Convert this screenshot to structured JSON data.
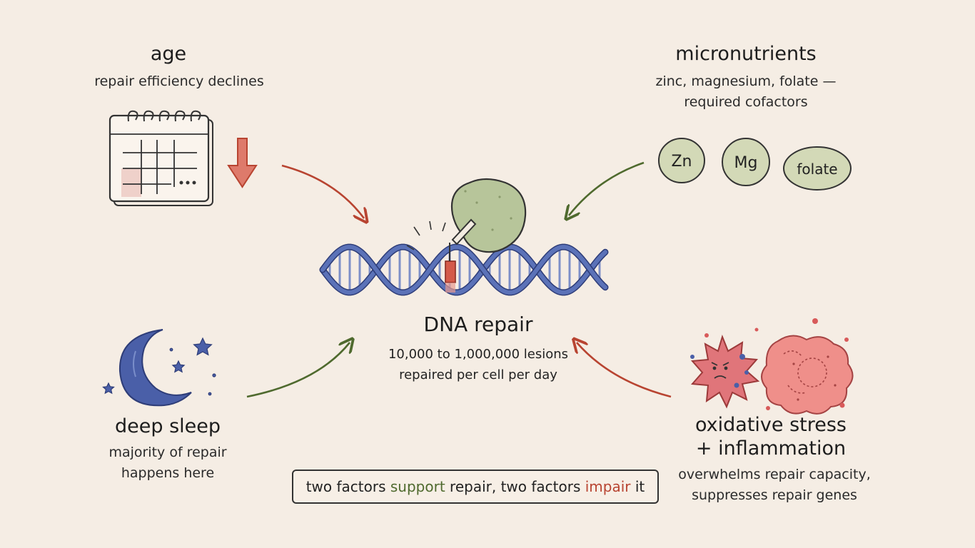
{
  "center": {
    "title": "DNA repair",
    "line1": "10,000 to 1,000,000 lesions",
    "line2": "repaired per cell per day"
  },
  "factors": {
    "age": {
      "title": "age",
      "line1": "repair efficiency declines",
      "effect": "impair"
    },
    "micronutrients": {
      "title": "micronutrients",
      "line1": "zinc, magnesium, folate —",
      "line2": "required cofactors",
      "effect": "support",
      "tokens": [
        "Zn",
        "Mg",
        "folate"
      ]
    },
    "sleep": {
      "title": "deep sleep",
      "line1": "majority of repair",
      "line2": "happens here",
      "effect": "support"
    },
    "stress": {
      "title_line1": "oxidative stress",
      "title_line2": "+ inflammation",
      "line1": "overwhelms repair capacity,",
      "line2": "suppresses repair genes",
      "effect": "impair"
    }
  },
  "summary": {
    "part1": "two factors ",
    "support_word": "support",
    "part2": " repair, two factors ",
    "impair_word": "impair",
    "part3": " it"
  },
  "colors": {
    "support": "#4f6a2e",
    "impair": "#b84431",
    "dna": "#5b72b8",
    "enzyme": "#b7c59a",
    "moon": "#4a5fa8",
    "stress": "#e0757a"
  },
  "icons": [
    "calendar-icon",
    "down-arrow-icon",
    "moon-icon",
    "star-icon",
    "zinc-token-icon",
    "magnesium-token-icon",
    "folate-token-icon",
    "free-radical-icon",
    "inflamed-cell-icon",
    "dna-helix-icon",
    "repair-enzyme-icon"
  ]
}
